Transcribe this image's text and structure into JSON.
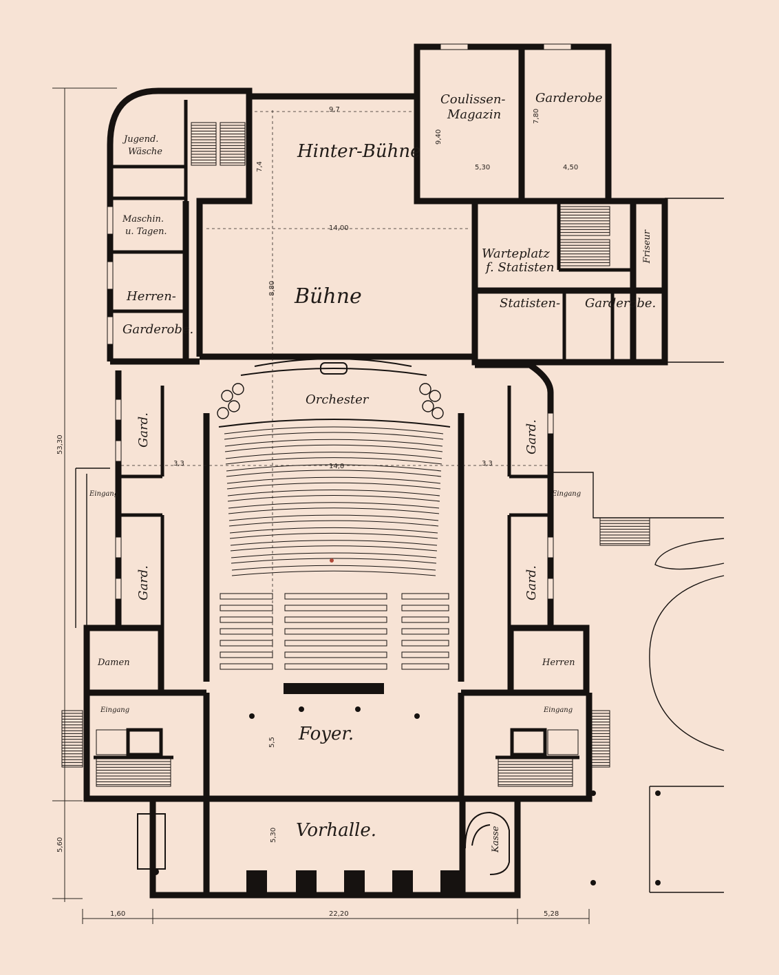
{
  "labels": {
    "coulissen_1": "Coulissen-",
    "coulissen_2": "Magazin",
    "garderobe_top": "Garderobe",
    "hinterbuehne": "Hinter-Bühne",
    "buehne": "Bühne",
    "orchester": "Orchester",
    "foyer": "Foyer.",
    "vorhalle": "Vorhalle.",
    "jugend_1": "Jugend.",
    "jugend_2": "Wäsche",
    "maschin_1": "Maschin.",
    "maschin_2": "u. Tagen.",
    "herren_left": "Herren-",
    "garderobe_left": "Garderobe.",
    "warteplatz_1": "Warteplatz",
    "warteplatz_2": "f. Statisten",
    "statisten": "Statisten-",
    "garderobe_right": "Garderobe.",
    "friseur": "Friseur",
    "gard": "Gard.",
    "damen": "Damen",
    "herren_right": "Herren",
    "eingang": "Eingang",
    "kasse": "Kasse"
  },
  "dimensions": {
    "total_height": "53,30",
    "front_depth": "5,60",
    "width_left": "1,60",
    "width_main": "22,20",
    "width_right": "5,28",
    "hb_width": "9,7",
    "hb_depth": "7,4",
    "buehne_width": "14,00",
    "buehne_depth": "8,80",
    "cm_width": "5,30",
    "cm_depth": "9,40",
    "gd_width": "4,50",
    "gd_depth": "7,80",
    "saal_width": "14,0",
    "gang_left": "3,3",
    "gang_right": "3,3",
    "foyer_depth": "5,5",
    "vorhalle_depth": "5,30"
  }
}
